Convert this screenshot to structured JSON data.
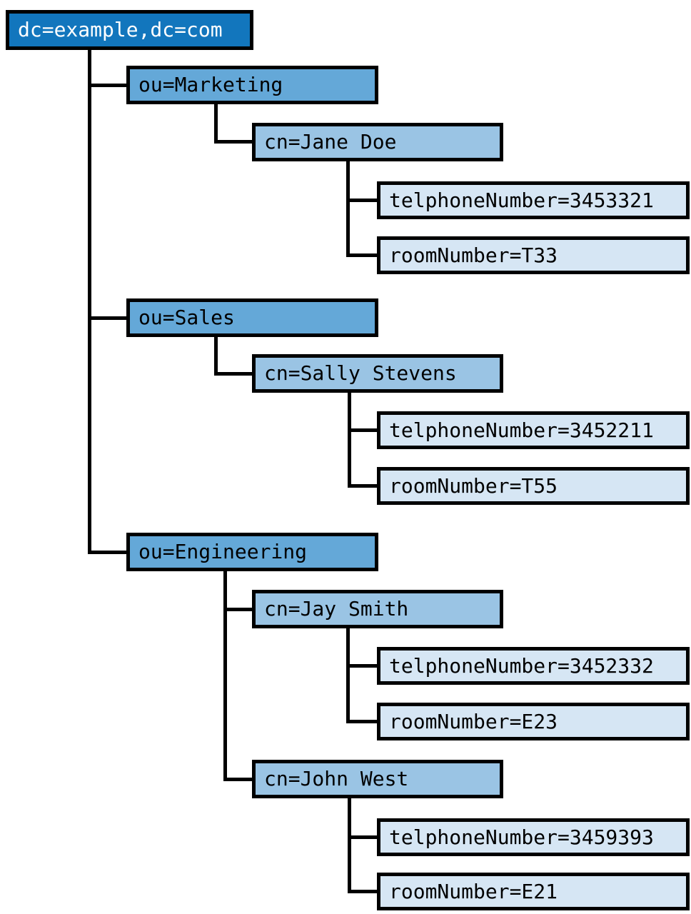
{
  "colors": {
    "root_fill": "#1276bd",
    "ou_fill": "#64a8d8",
    "cn_fill": "#9ac4e4",
    "attr_fill": "#d6e6f4",
    "line": "#000000",
    "root_text": "#ffffff",
    "node_text": "#000000"
  },
  "tree": {
    "root": {
      "label": "dc=example,dc=com"
    },
    "branches": [
      {
        "label": "ou=Marketing",
        "entries": [
          {
            "label": "cn=Jane Doe",
            "attributes": [
              {
                "label": "telphoneNumber=3453321"
              },
              {
                "label": "roomNumber=T33"
              }
            ]
          }
        ]
      },
      {
        "label": "ou=Sales",
        "entries": [
          {
            "label": "cn=Sally Stevens",
            "attributes": [
              {
                "label": "telphoneNumber=3452211"
              },
              {
                "label": "roomNumber=T55"
              }
            ]
          }
        ]
      },
      {
        "label": "ou=Engineering",
        "entries": [
          {
            "label": "cn=Jay Smith",
            "attributes": [
              {
                "label": "telphoneNumber=3452332"
              },
              {
                "label": "roomNumber=E23"
              }
            ]
          },
          {
            "label": "cn=John West",
            "attributes": [
              {
                "label": "telphoneNumber=3459393"
              },
              {
                "label": "roomNumber=E21"
              }
            ]
          }
        ]
      }
    ]
  }
}
